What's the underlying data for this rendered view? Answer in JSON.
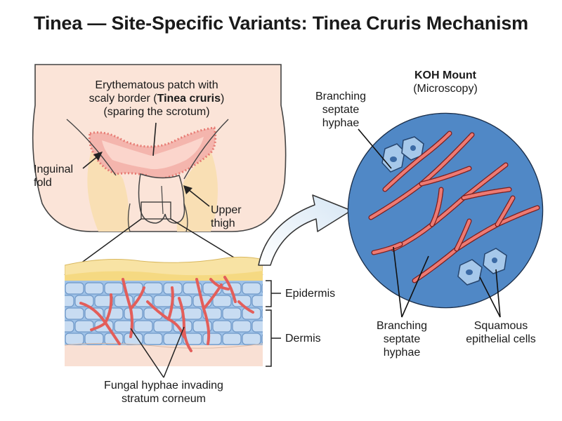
{
  "title": "Tinea — Site-Specific Variants: Tinea Cruris Mechanism",
  "groin_labels": {
    "patch_line1": "Erythematous patch with",
    "patch_line2_pre": "scaly border (",
    "patch_line2_bold": "Tinea cruris",
    "patch_line2_post": ")",
    "patch_line3": "(sparing the scrotum)",
    "inguinal_line1": "Inguinal",
    "inguinal_line2": "fold",
    "thigh_line1": "Upper",
    "thigh_line2": "thigh"
  },
  "skin_labels": {
    "epidermis": "Epidermis",
    "dermis": "Dermis",
    "fungal_line1": "Fungal hyphae invading",
    "fungal_line2": "stratum corneum"
  },
  "koh": {
    "title": "KOH Mount",
    "subtitle": "(Microscopy)",
    "hyphae_top_line1": "Branching",
    "hyphae_top_line2": "septate",
    "hyphae_top_line3": "hyphae",
    "hyphae_bottom_line1": "Branching",
    "hyphae_bottom_line2": "septate",
    "hyphae_bottom_line3": "hyphae",
    "squamous_line1": "Squamous",
    "squamous_line2": "epithelial cells"
  },
  "colors": {
    "skin": "#fbe3d6",
    "rash": "#f2a6a0",
    "hyphae": "#e4605c",
    "koh_fill": "#4a7fbf",
    "cell_fill": "#a9c9ea"
  }
}
